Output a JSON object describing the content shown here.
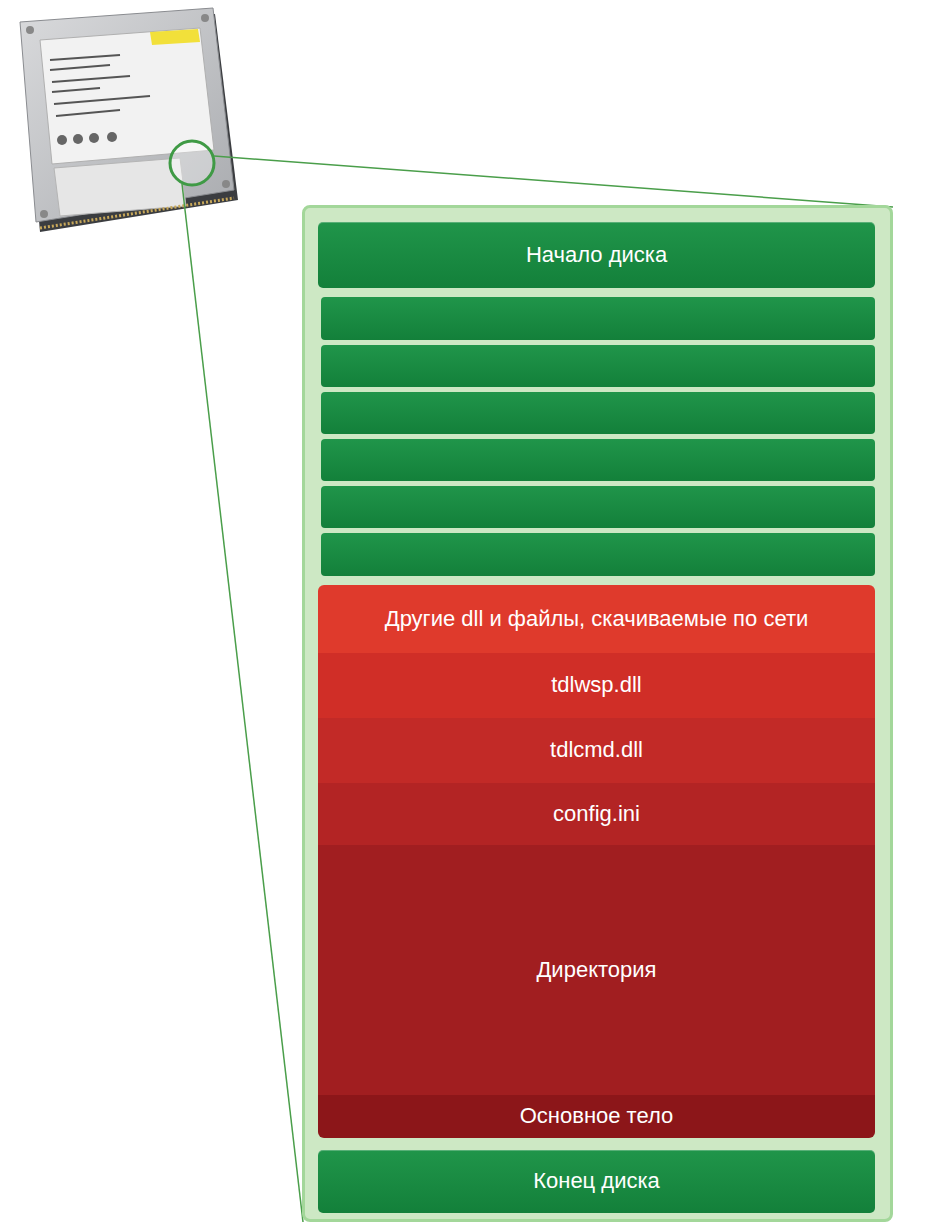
{
  "diagram": {
    "nodes": [
      {
        "text": [
          "Начало диска"
        ]
      },
      {
        "text": [
          "Другие dll и файлы, скачиваемые по сети"
        ]
      },
      {
        "text": [
          "tdlwsp.dll"
        ]
      },
      {
        "text": [
          "tdlcmd.dll"
        ]
      },
      {
        "text": [
          "config.ini"
        ]
      },
      {
        "text": [
          "Директория"
        ]
      },
      {
        "text": [
          "Основное тело"
        ]
      },
      {
        "text": [
          "Конец диска"
        ]
      }
    ]
  }
}
